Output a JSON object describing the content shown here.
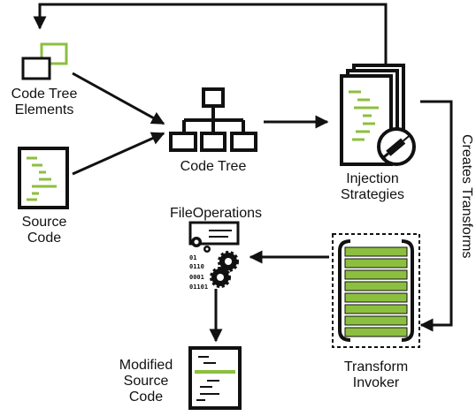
{
  "labels": {
    "code_tree_elements": [
      "Code Tree",
      "Elements"
    ],
    "source_code": [
      "Source",
      "Code"
    ],
    "code_tree": "Code Tree",
    "injection_strategies": [
      "Injection",
      "Strategies"
    ],
    "creates_transforms": "Creates Transforms",
    "file_operations": "FileOperations",
    "transform_invoker": [
      "Transform",
      "Invoker"
    ],
    "modified_source_code": [
      "Modified",
      "Source",
      "Code"
    ]
  },
  "binary_rows": [
    "01",
    "0110",
    "0001",
    "01101"
  ],
  "colors": {
    "accent_green": "#8cbf3f",
    "stroke": "#111111",
    "background": "#ffffff"
  },
  "icons": [
    "code-tree-elements-icon",
    "source-code-icon",
    "code-tree-icon",
    "injection-strategies-icon",
    "syringe-icon",
    "file-operations-icon",
    "gear-icon",
    "transform-invoker-icon",
    "modified-source-code-icon"
  ]
}
